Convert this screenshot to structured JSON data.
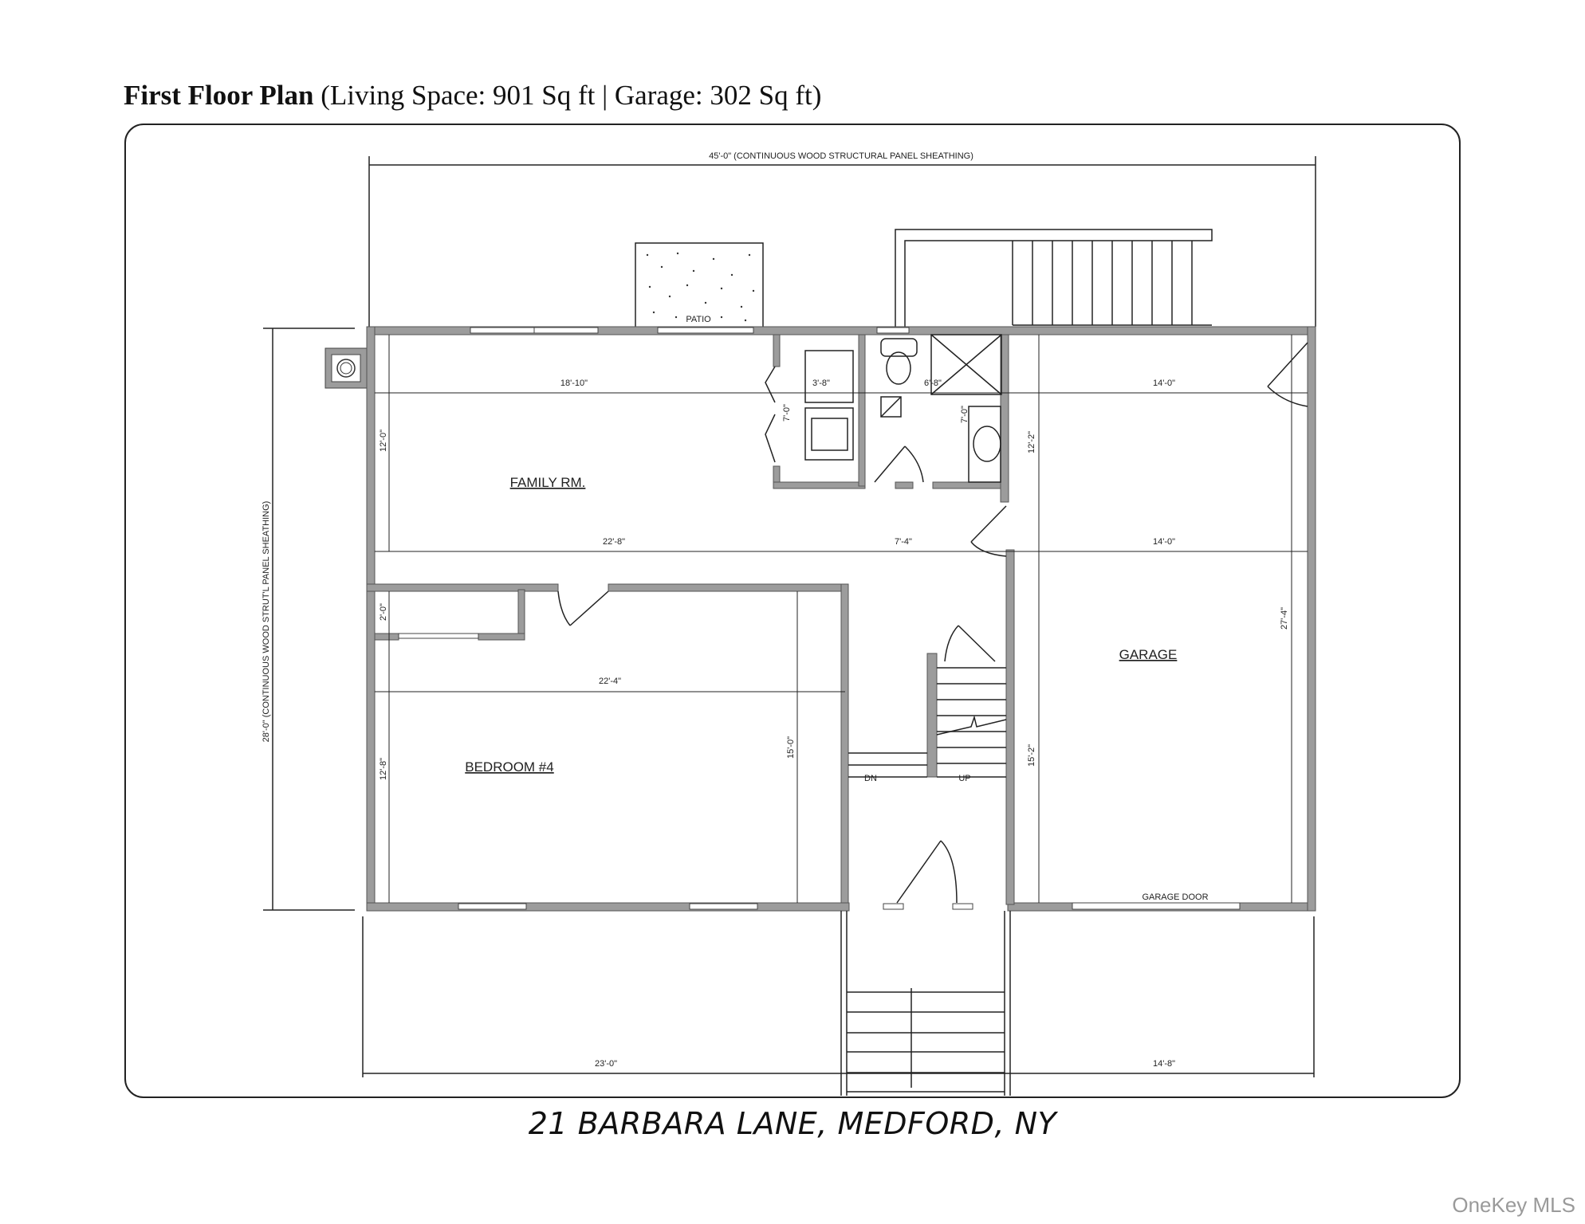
{
  "header": {
    "title_bold": "First Floor Plan",
    "title_rest": " (Living Space: 901 Sq ft | Garage: 302 Sq ft)"
  },
  "plan": {
    "overall_width_dim": "45'-0\"  (CONTINUOUS WOOD STRUCTURAL PANEL SHEATHING)",
    "overall_depth_dim": "28'-0\"  (CONTINUOUS WOOD STRUT'L PANEL SHEATHING)",
    "rooms": {
      "family_room": "FAMILY RM.",
      "bedroom": "BEDROOM #4",
      "garage": "GARAGE",
      "patio": "PATIO",
      "garage_door": "GARAGE DOOR",
      "stair_down": "DN",
      "stair_up": "UP"
    },
    "dimensions": {
      "family_width": "18'-10\"",
      "laundry_width": "3'-8\"",
      "bath_width": "6'-8\"",
      "garage_top_width": "14'-0\"",
      "laundry_depth": "7'-0\"",
      "bath_depth": "7'-0\"",
      "family_depth": "12'-0\"",
      "garage_upper_depth": "12'-2\"",
      "family_full_width": "22'-8\"",
      "hall_width": "7'-4\"",
      "garage_mid_width": "14'-0\"",
      "closet_depth": "2'-0\"",
      "bedroom_width": "22'-4\"",
      "bedroom_depth_left": "12'-8\"",
      "bedroom_depth_right": "15'-0\"",
      "garage_lower_depth": "15'-2\"",
      "garage_depth": "27'-4\"",
      "bottom_left": "23'-0\"",
      "bottom_right": "14'-8\""
    }
  },
  "footer": {
    "address": "21 BARBARA LANE, MEDFORD, NY",
    "watermark": "OneKey MLS"
  },
  "colors": {
    "wall": "#9c9c9c",
    "line": "#222222",
    "watermark": "#9a9a9a"
  }
}
